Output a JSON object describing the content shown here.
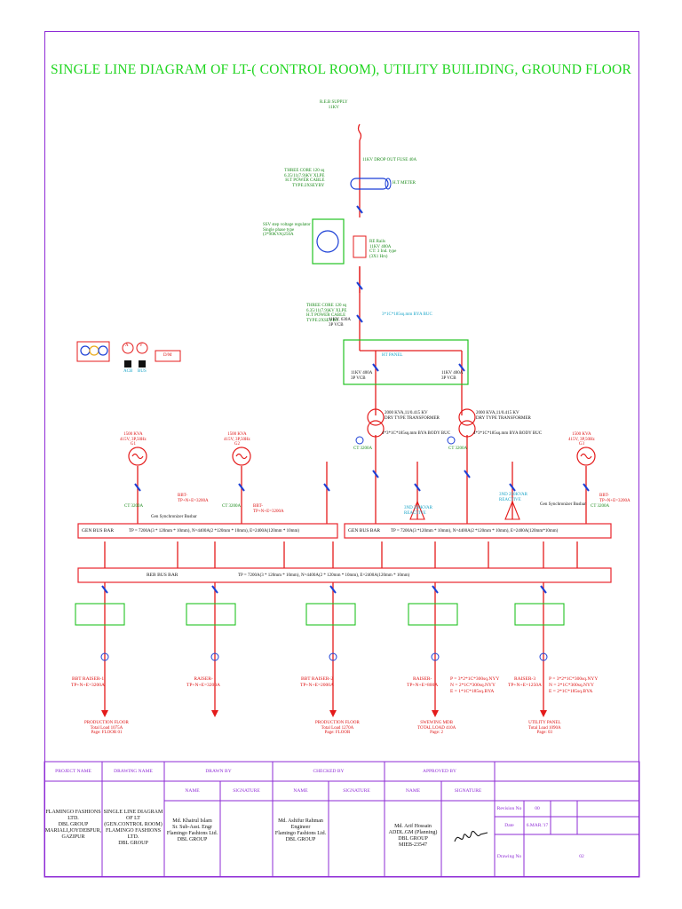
{
  "title": "SINGLE LINE DIAGRAM OF LT-( CONTROL ROOM), UTILITY BUILIDING, GROUND FLOOR",
  "supply": {
    "label": "R.E.B SUPPLY",
    "kv": "11KV",
    "dropout": "11KV DROP OUT FUSE 40A",
    "cable1": [
      "THREE CORE 120 sq",
      "6.35/11(7.9)KV XLPE",
      "H.T POWER CABLE",
      "TYPE:2XSEYBY"
    ],
    "meter": "H.T METER",
    "ssr": [
      "SSV step voltage regulator",
      "Single phase type",
      "(3*90KVA)250A"
    ],
    "ssr_side": [
      "RE Rails",
      "11KV 400A",
      "CT: 3 Ind. type",
      "(3X1 Hrs)"
    ],
    "cable2": [
      "THREE CORE 120 sq",
      "6.35/11(7.9)KV XLPE",
      "H.T POWER CABLE",
      "TYPE:2XSEYBY"
    ],
    "vcb_main": [
      "11KV, 630A",
      "3P VCB"
    ],
    "incoming_cable": "3*1C*185sq.mm BYA BUC",
    "ht_panel": "HT PANEL",
    "vcb_left": [
      "11KV 400A",
      "3P VCB"
    ],
    "vcb_right": [
      "11KV 400A",
      "3P VCB"
    ]
  },
  "transformers": {
    "left": [
      "2000 KVA,11/0.415 KV",
      "DRY TYPE TRANSFORMER"
    ],
    "right": [
      "2000 KVA,11/0.415 KV",
      "DRY TYPE TRANSFORMER"
    ],
    "left_cable": "4*3*1C*185sq.mm BYA BODY BUC",
    "right_cable": "4*3*1C*185sq.mm BYA BODY BUC"
  },
  "generators": {
    "g1": [
      "1500 KVA",
      "415V, 3P,50Hz"
    ],
    "g2": [
      "1500 KVA",
      "415V, 3P,50Hz"
    ],
    "g3": [
      "1500 KVA",
      "415V, 3P,50Hz"
    ],
    "g1_id": "G1",
    "g2_id": "G2",
    "g3_id": "G3"
  },
  "legend": {
    "va_labels": [
      "A",
      "V"
    ],
    "ct_labels": [
      "ACB",
      "BUS"
    ],
    "dm": "D/M"
  },
  "ct_labels": {
    "ct1": "CT 3200A",
    "ct2": "CT 3200A",
    "ct3": "CT 3200A",
    "ct4": "CT 3200A",
    "ct5": "CT 3200A"
  },
  "feeders": {
    "bbt1": [
      "BBT-",
      "TP+N+E=3200A"
    ],
    "bbt2": [
      "BBT-",
      "TP+N+E=3200A"
    ],
    "bbt3": [
      "BBT-",
      "TP+N+E=3200A"
    ],
    "gen_sync_left": "Gen Synchronizer Busbar",
    "gen_sync_right": "Gen Synchronizer Busbar",
    "pfi_left": [
      "3ND 250KVAR",
      "REACTIVE"
    ],
    "pfi_right": [
      "3ND 250KVAR",
      "REACTIVE"
    ]
  },
  "busbars": {
    "gen_left": "GEN BUS BAR",
    "gen_left_spec": "TP = 7200A(3 * 120mm * 10mm), N=4400A(2 *120mm * 10mm), E=2400A(120mm * 10mm)",
    "gen_right": "GEN BUS BAR",
    "gen_right_spec": "TP = 7200A(3 *120mm * 10mm), N=4400A(2 *120mm * 10mm), E=2400A(120mm*10mm)",
    "reb": "REB BUS BAR",
    "reb_spec": "TP = 7200A(3 * 120mm * 10mm), N=4400A(2 * 120mm * 10mm), E=2400A(120mm * 10mm)"
  },
  "outgoing": {
    "o1": [
      "BBT RAISER-1",
      "TP+N+E=3200A"
    ],
    "o2": [
      "RAISER-",
      "TP+N+E=3200A"
    ],
    "o3": [
      "BBT RAISER-2",
      "TP+N+E=2000A"
    ],
    "o4": [
      "RAISER-",
      "TP+N+E=800A"
    ],
    "o4_spec": [
      "P = 3*2*1C*300sq.NYY",
      "N = 2*1C*300sq.NYY",
      "E = 1*1C*185sq.BYA"
    ],
    "o5": [
      "RAISER-3",
      "TP+N+E=1250A"
    ],
    "o5_spec": [
      "P = 3*2*1C*300sq.NYY",
      "N = 2*1C*300sq.NYY",
      "E = 2*1C*185sq.BYA"
    ]
  },
  "loads": {
    "l1": [
      "PRODUCTION FLOOR",
      "Total Load 1075A",
      "Page: FLOOR 01"
    ],
    "l2": [
      "",
      ""
    ],
    "l3": [
      "PRODUCTION FLOOR",
      "Total Load 1270A",
      "Page: FLOOR"
    ],
    "l4": [
      "SWEWING MDB",
      "TOTAL LOAD 410A",
      "Page: 2"
    ],
    "l5": [
      "UTILITY PANEL",
      "Total Load 1090A",
      "Page: 03"
    ]
  },
  "titleblock": {
    "h_project": "PROJECT NAME",
    "h_drawing": "DRAWING NAME",
    "h_drawn": "DRAWN BY",
    "h_checked": "CHECKED BY",
    "h_approved": "APPROVED BY",
    "name": "NAME",
    "signature": "SIGNATURE",
    "project": [
      "FLAMINGO FASHIONS",
      "LTD.",
      "DBL GROUP",
      "MARIALI,JOYDEBPUR,",
      "GAZIPUR"
    ],
    "drawing": [
      "SINGLE LINE DIAGRAM",
      "OF LT",
      "(GEN.CONTROL ROOM)",
      "FLAMINGO FASHIONS LTD.",
      "DBL GROUP"
    ],
    "drawn": [
      "Md. Khairul Islam",
      "Sr. Sub-Asst. Engr",
      "Flamingo Fashions Ltd.",
      "DBL GROUP"
    ],
    "checked": [
      "Md. Ashifur Rahman",
      "Engineer",
      "Flamingo Fashions Ltd.",
      "DBL GROUP"
    ],
    "approved": [
      "Md. Arif Hossain",
      "ADDL.GM (Planning)",
      "DBL GROUP",
      "MIEB-23547"
    ],
    "rev_label": "Revision No",
    "rev_value": "00",
    "date_label": "Date",
    "date_value": "6.MAR.'17",
    "dwg_label": "Drawing No",
    "dwg_value": "02"
  },
  "colors": {
    "frame": "#8e2bd6",
    "title": "#1fd51f",
    "line": "#e41b1b",
    "bus": "#e8242c",
    "green_box": "#22c322",
    "breaker": "#1b3fd6"
  }
}
